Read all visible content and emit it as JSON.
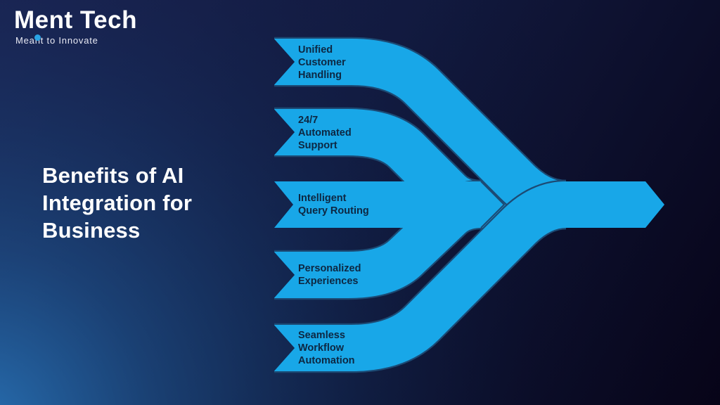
{
  "brand": {
    "name": "Ment Tech",
    "tagline": "Meant to Innovate",
    "dot_color": "#2aa4e6"
  },
  "title": "Benefits of AI Integration for Business",
  "title_lines": [
    "Benefits of AI",
    "Integration for",
    "Business"
  ],
  "diagram": {
    "type": "five-to-one convergence arrow flow",
    "arrow_color": "#18a7e8",
    "seam_color": "#1c4a74",
    "label_color": "#0d2742",
    "items": [
      {
        "label": "Unified Customer Handling",
        "lines": [
          "Unified",
          "Customer",
          "Handling"
        ]
      },
      {
        "label": "24/7 Automated Support",
        "lines": [
          "24/7",
          "Automated",
          "Support"
        ]
      },
      {
        "label": "Intelligent Query Routing",
        "lines": [
          "Intelligent",
          "Query Routing"
        ]
      },
      {
        "label": "Personalized Experiences",
        "lines": [
          "Personalized",
          "Experiences"
        ]
      },
      {
        "label": "Seamless Workflow Automation",
        "lines": [
          "Seamless",
          "Workflow",
          "Automation"
        ]
      }
    ]
  },
  "background": {
    "top_left": "#1b2150",
    "top_right": "#10143a",
    "bottom_left": "#1e5f9c",
    "bottom_right": "#070418"
  }
}
